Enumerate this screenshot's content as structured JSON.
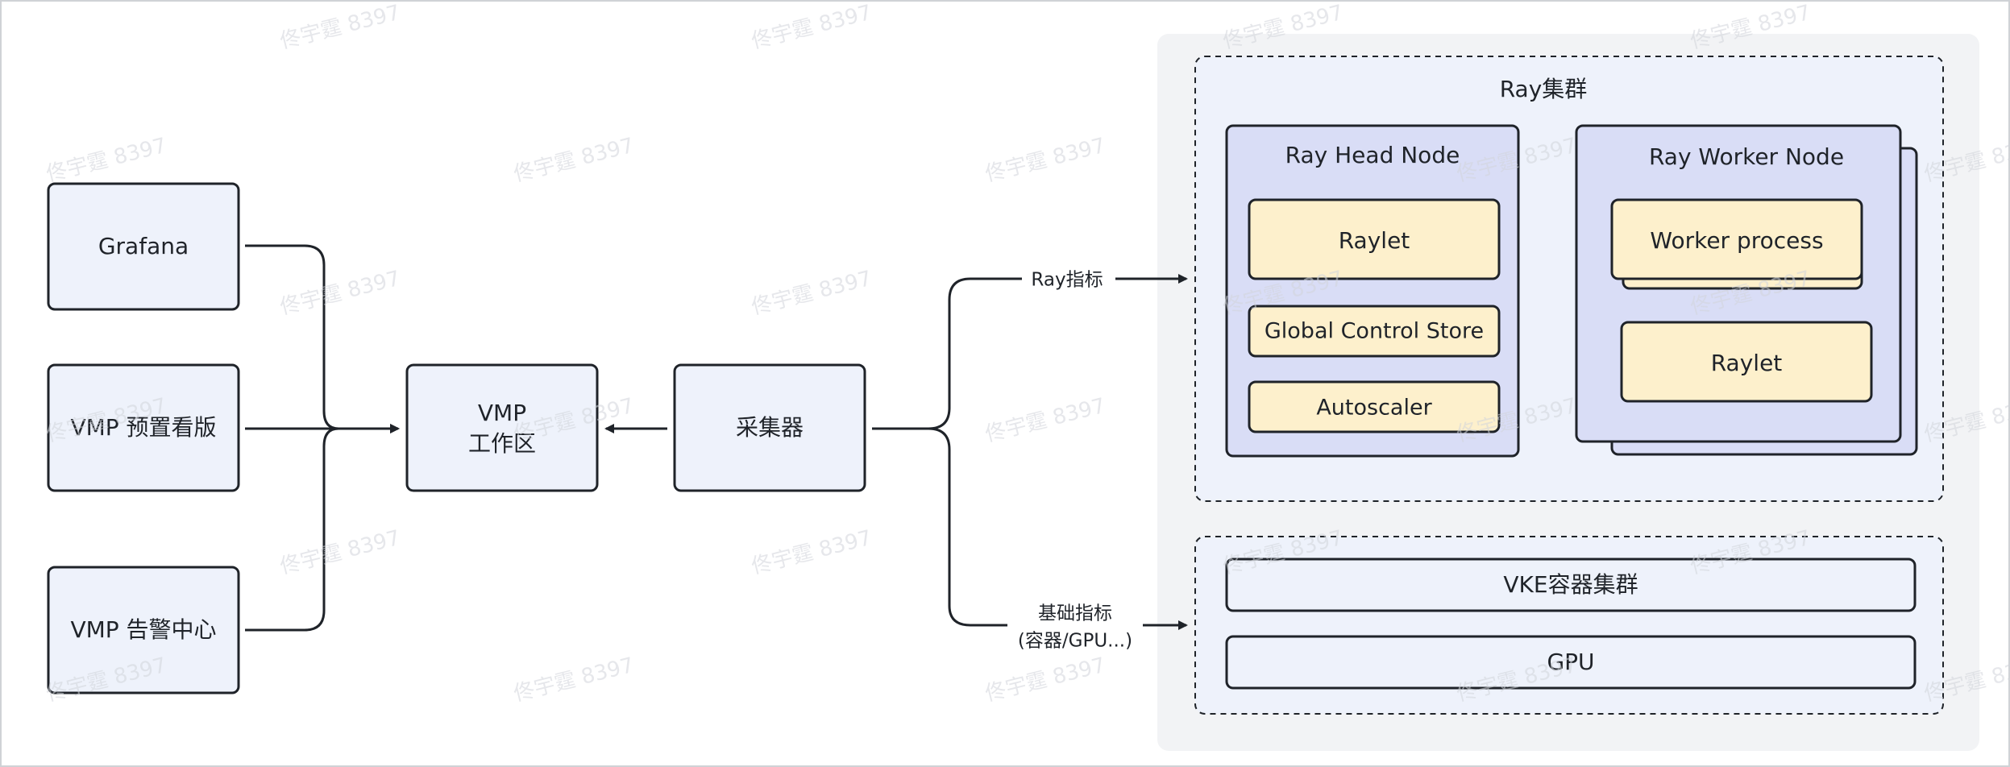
{
  "diagram": {
    "left_boxes": [
      {
        "id": "grafana",
        "label": "Grafana"
      },
      {
        "id": "vmp-dashboard",
        "label": "VMP 预置看版"
      },
      {
        "id": "vmp-alert",
        "label": "VMP 告警中心"
      }
    ],
    "vmp_workspace": {
      "line1": "VMP",
      "line2": "工作区"
    },
    "collector": {
      "label": "采集器"
    },
    "edge_labels": {
      "ray_metrics": "Ray指标",
      "base_metrics_line1": "基础指标",
      "base_metrics_line2": "(容器/GPU...)"
    },
    "ray_cluster": {
      "title": "Ray集群",
      "head_node": {
        "title": "Ray Head Node",
        "components": [
          "Raylet",
          "Global Control Store",
          "Autoscaler"
        ]
      },
      "worker_node": {
        "title": "Ray Worker Node",
        "components": [
          "Worker process",
          "Raylet"
        ]
      }
    },
    "infra": {
      "vke": "VKE容器集群",
      "gpu": "GPU"
    },
    "watermark": "佟宇霆 8397",
    "colors": {
      "box_fill": "#eef2fb",
      "node_fill": "#d9ddf6",
      "component_fill": "#fdf0cc",
      "outer_panel": "#f2f3f5",
      "stroke": "#1f2329"
    }
  }
}
